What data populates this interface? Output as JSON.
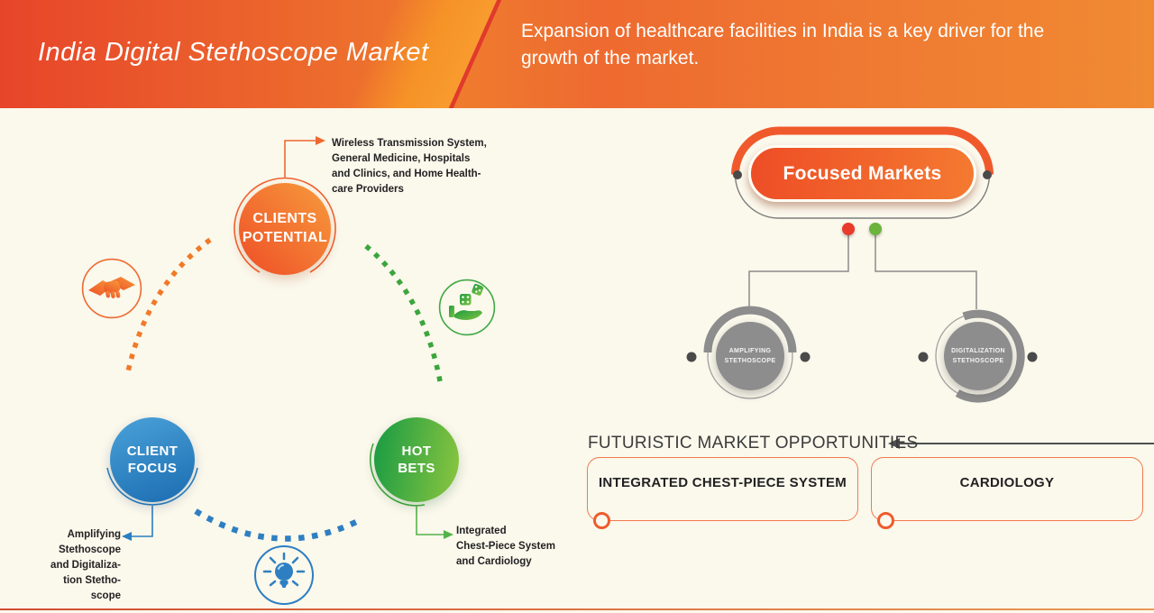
{
  "header": {
    "title": "India Digital Stethoscope Market",
    "subtitle": "Expansion of healthcare facilities in India is a key driver for the growth of the market."
  },
  "strategy_cycle": {
    "clients_potential": {
      "label": "CLIENTS\nPOTENTIAL",
      "note": "Wireless Transmission System,\nGeneral Medicine, Hospitals\nand Clinics, and Home Health-\ncare Providers"
    },
    "client_focus": {
      "label": "CLIENT\nFOCUS",
      "note": "Amplifying\nStethoscope\nand Digitaliza-\ntion Stetho-\nscope"
    },
    "hot_bets": {
      "label": "HOT\nBETS",
      "note": "Integrated\nChest-Piece System\nand Cardiology"
    },
    "icons": [
      "handshake-icon",
      "dice-in-hand-icon",
      "lightbulb-icon"
    ]
  },
  "focused_markets": {
    "title": "Focused Markets",
    "nodes": [
      {
        "label": "AMPLIFYING\nSTETHOSCOPE"
      },
      {
        "label": "DIGITALIZATION\nSTETHOSCOPE"
      }
    ]
  },
  "opportunities": {
    "heading": "FUTURISTIC MARKET OPPORTUNITIES",
    "items": [
      {
        "label": "INTEGRATED CHEST-PIECE SYSTEM"
      },
      {
        "label": "CARDIOLOGY"
      }
    ]
  },
  "colors": {
    "header_gradient_left": "#e7452a",
    "header_gradient_right": "#f08a33",
    "accent_orange": "#f0592b",
    "accent_blue": "#2b7fbe",
    "accent_green": "#3fa944",
    "node_gray": "#8d8d8d",
    "marker_dark": "#4a4a4a",
    "marker_red": "#e83b2c",
    "marker_green": "#6cb33e",
    "background_cream": "#fbf8ec"
  }
}
